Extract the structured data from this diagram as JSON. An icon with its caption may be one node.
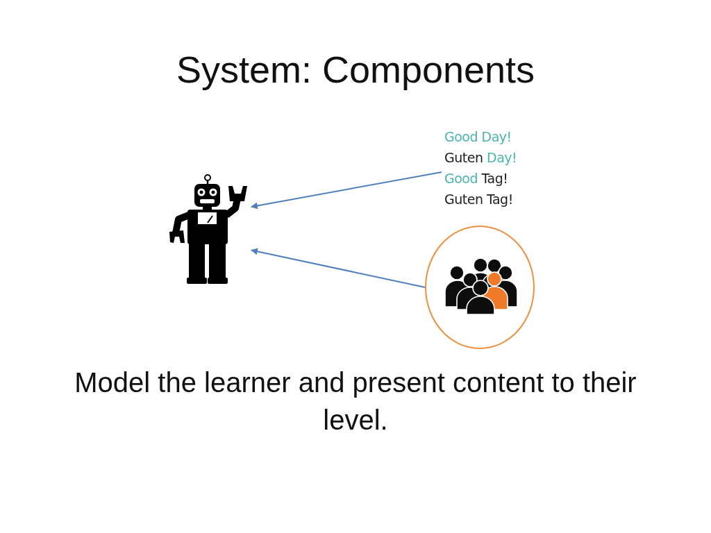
{
  "diagram": {
    "title": "System: Components",
    "caption": "Model the learner and present content to their level.",
    "nodes": [
      {
        "text": [],
        "shape": "picture"
      },
      {
        "text": [
          "Good Day!",
          "Guten Day!",
          "Good Tag!",
          "Guten Tag!"
        ]
      },
      {
        "text": [],
        "shape": "circle"
      }
    ],
    "edges": [
      {
        "from": 1,
        "to": 0,
        "arrow": "to"
      },
      {
        "from": 2,
        "to": 0,
        "arrow": "to"
      }
    ]
  }
}
